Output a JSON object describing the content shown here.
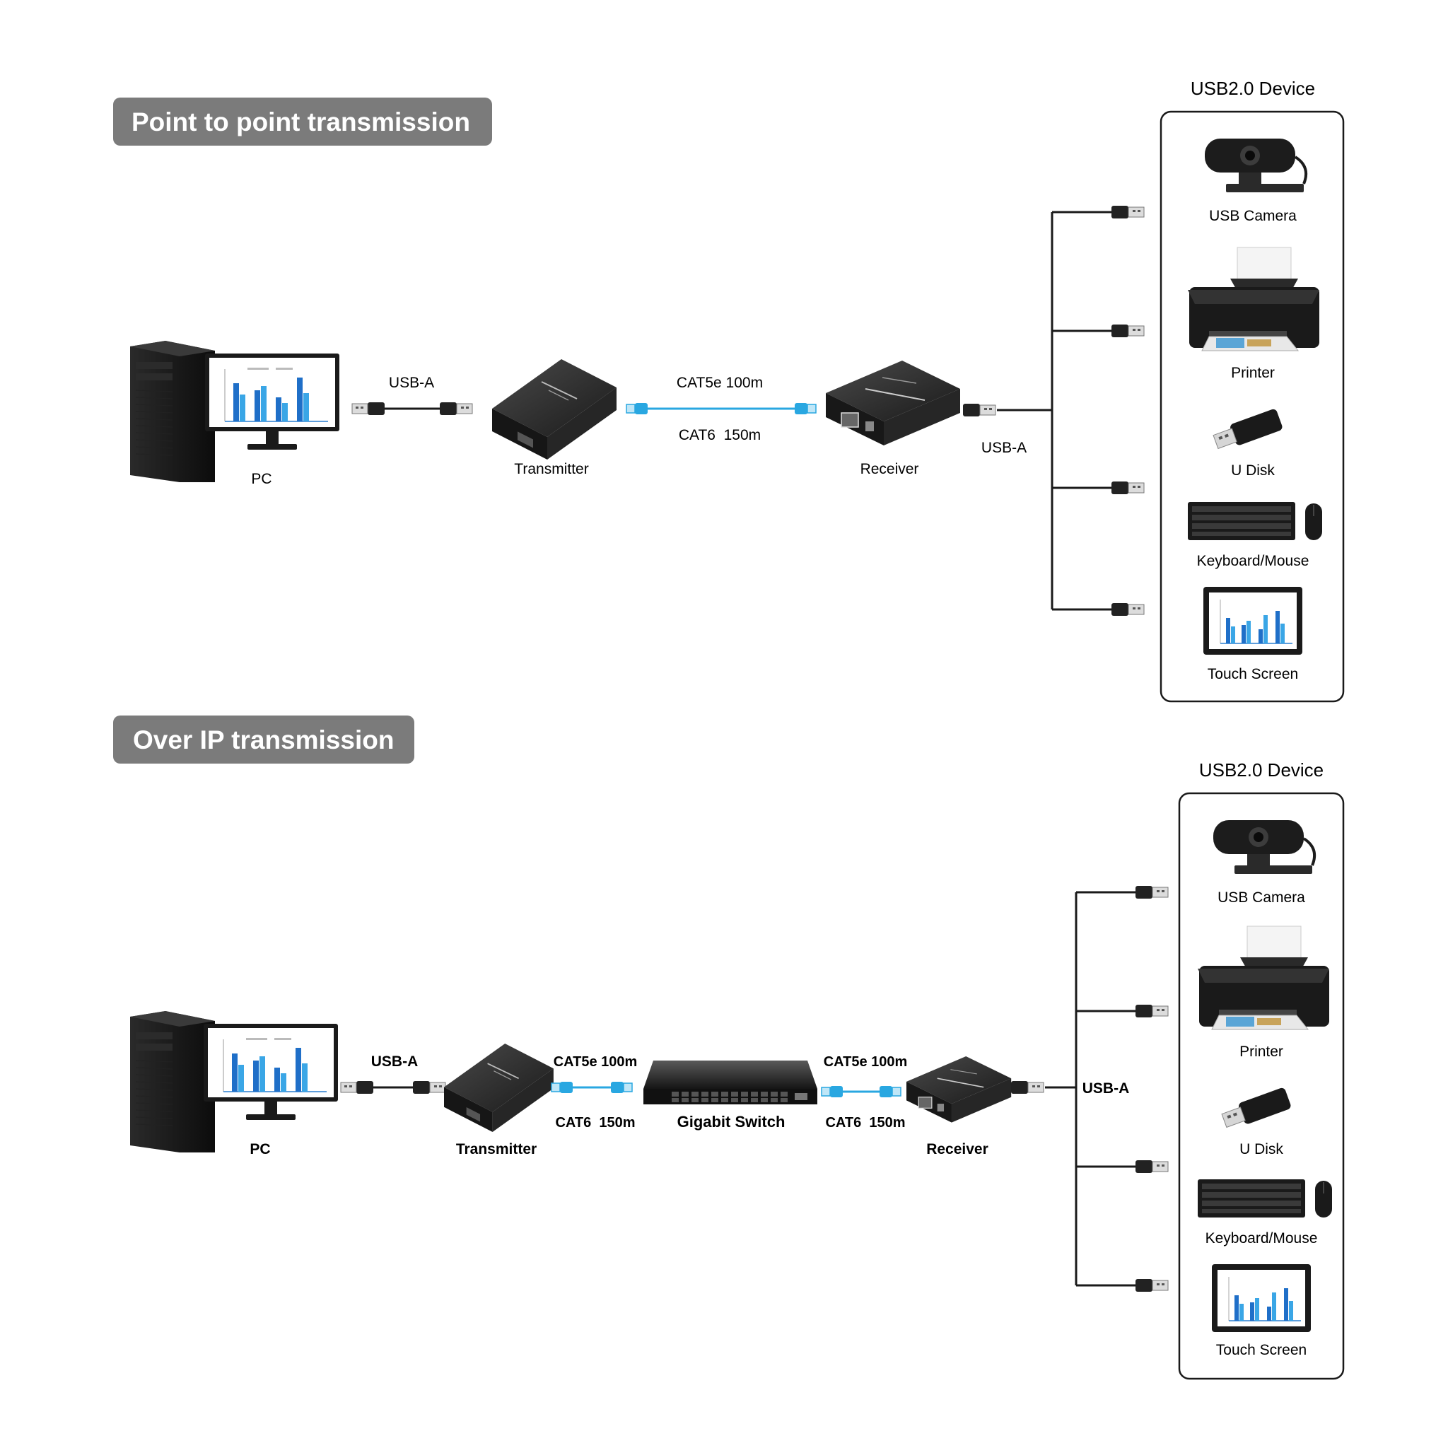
{
  "sections": [
    {
      "title": "Point to point transmission",
      "pc_label": "PC",
      "usb_a_left": "USB-A",
      "transmitter_label": "Transmitter",
      "cable_top": "CAT5e 100m",
      "cable_bottom": "CAT6  150m",
      "receiver_label": "Receiver",
      "usb_a_right": "USB-A",
      "device_panel_title": "USB2.0 Device",
      "devices": [
        "USB Camera",
        "Printer",
        "U Disk",
        "Keyboard/Mouse",
        "Touch Screen"
      ]
    },
    {
      "title": "Over IP transmission",
      "pc_label": "PC",
      "usb_a_left": "USB-A",
      "transmitter_label": "Transmitter",
      "cable1_top": "CAT5e 100m",
      "cable1_bottom": "CAT6  150m",
      "switch_label": "Gigabit Switch",
      "cable2_top": "CAT5e 100m",
      "cable2_bottom": "CAT6  150m",
      "receiver_label": "Receiver",
      "usb_a_right": "USB-A",
      "device_panel_title": "USB2.0 Device",
      "devices": [
        "USB Camera",
        "Printer",
        "U Disk",
        "Keyboard/Mouse",
        "Touch Screen"
      ]
    }
  ],
  "colors": {
    "title_bg": "#7b7b7b",
    "cable_blue": "#29a7e1",
    "bar_blue": "#1f6fc8",
    "bar_light": "#3aa6e6",
    "device_dark": "#1c1c1c"
  },
  "device_icons": [
    "webcam-icon",
    "printer-icon",
    "usb-drive-icon",
    "keyboard-mouse-icon",
    "touchscreen-icon"
  ]
}
